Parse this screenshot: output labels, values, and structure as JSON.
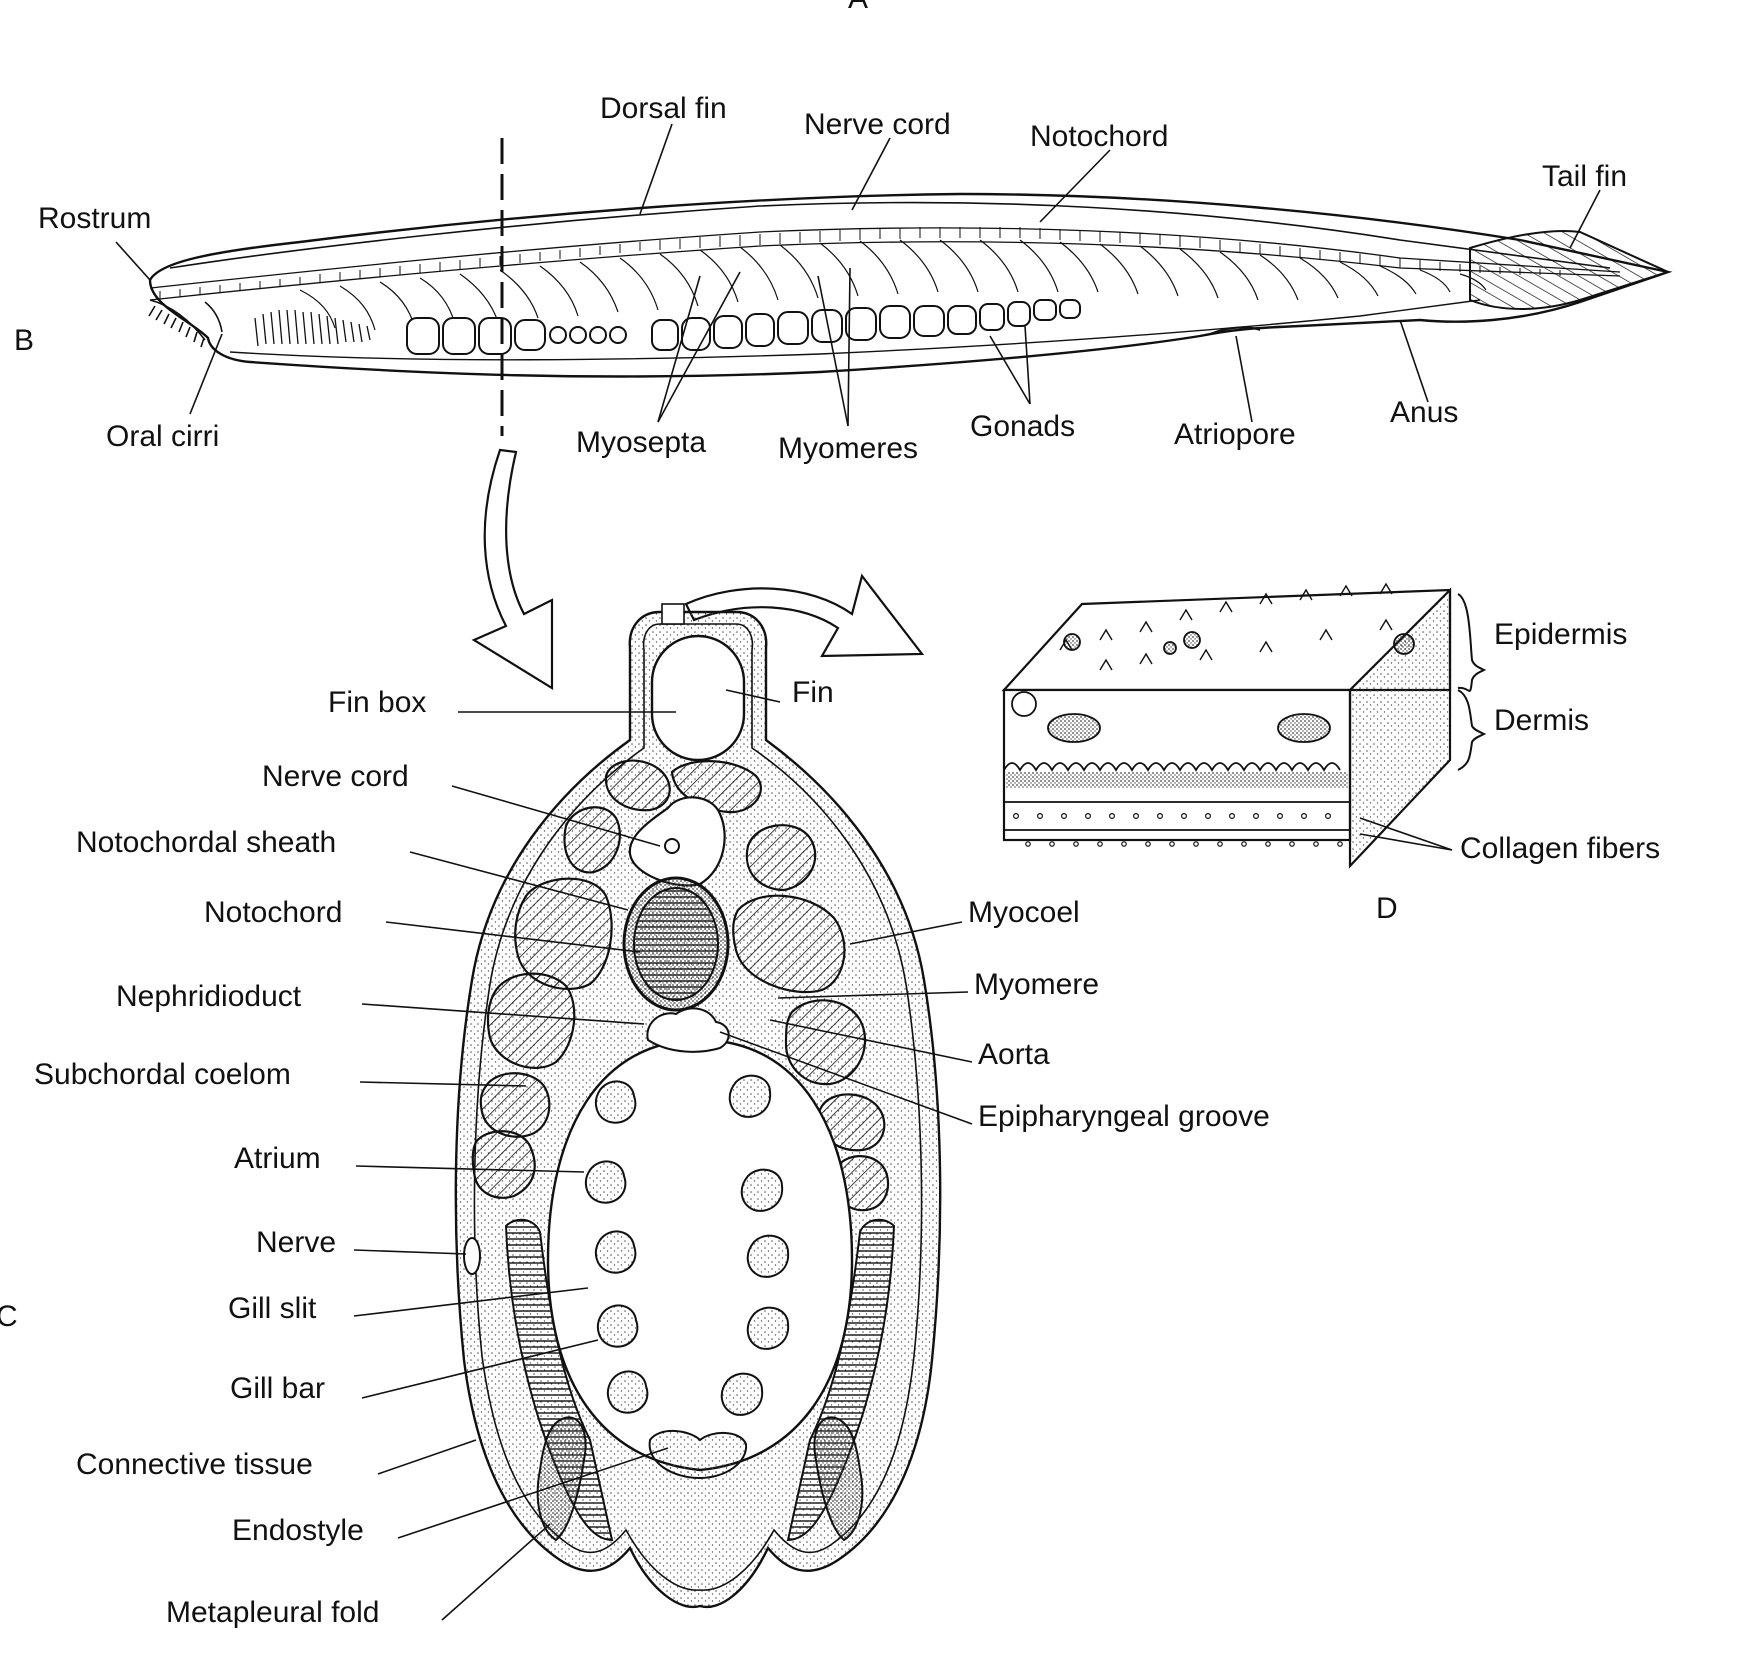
{
  "colors": {
    "ink": "#111111",
    "paper": "#ffffff",
    "stipple": "#555555"
  },
  "top_partial_letter": "A",
  "panels": {
    "B": {
      "letter": "B",
      "labels": {
        "rostrum": "Rostrum",
        "dorsal_fin": "Dorsal fin",
        "nerve_cord": "Nerve cord",
        "notochord": "Notochord",
        "tail_fin": "Tail fin",
        "oral_cirri": "Oral cirri",
        "myosepta": "Myosepta",
        "myomeres": "Myomeres",
        "gonads": "Gonads",
        "atriopore": "Atriopore",
        "anus": "Anus"
      }
    },
    "C": {
      "letter": "C",
      "labels": {
        "fin_box": "Fin box",
        "fin": "Fin",
        "nerve_cord": "Nerve cord",
        "notochordal_sheath": "Notochordal sheath",
        "notochord": "Notochord",
        "nephridioduct": "Nephridioduct",
        "subchordal_coelom": "Subchordal coelom",
        "atrium": "Atrium",
        "nerve": "Nerve",
        "gill_slit": "Gill slit",
        "gill_bar": "Gill bar",
        "connective_tissue": "Connective tissue",
        "endostyle": "Endostyle",
        "metapleural_fold": "Metapleural fold",
        "myocoel": "Myocoel",
        "myomere": "Myomere",
        "aorta": "Aorta",
        "epipharyngeal_groove": "Epipharyngeal groove"
      }
    },
    "D": {
      "letter": "D",
      "labels": {
        "epidermis": "Epidermis",
        "dermis": "Dermis",
        "collagen_fibers": "Collagen fibers"
      }
    }
  }
}
